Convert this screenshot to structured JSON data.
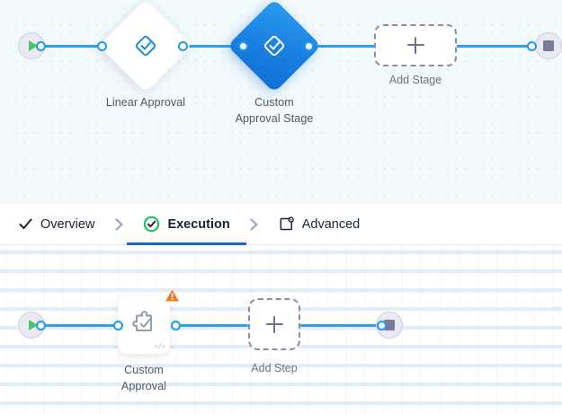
{
  "colors": {
    "edge": "#2aa3e8",
    "port_stroke": "#1e9beb",
    "selected_node": "#1a7fe0",
    "start_glyph": "#4ec36a",
    "stop_glyph": "#7b7b95",
    "warning": "#f47b20",
    "tab_active_underline": "#1868c9",
    "tab_check_green": "#22c35e",
    "stage_canvas_bg": "#f2fafd",
    "step_canvas_bg": "#ffffff",
    "label_text": "#4d5866",
    "placeholder_text": "#6b7384",
    "placeholder_border": "#8c8ca8"
  },
  "stage_canvas": {
    "name": "stage-flow-canvas",
    "start_node": {
      "icon": "play-icon",
      "title": "Start"
    },
    "end_node": {
      "icon": "stop-icon",
      "title": "End"
    },
    "stages": [
      {
        "id": "linear-approval",
        "label": "Linear Approval",
        "icon": "approval-diamond-check-icon",
        "selected": false
      },
      {
        "id": "custom-approval-stage",
        "label": "Custom\nApproval Stage",
        "icon": "approval-diamond-check-icon",
        "selected": true
      }
    ],
    "add_placeholder": {
      "label": "Add Stage",
      "icon": "plus-icon"
    }
  },
  "tabs": {
    "items": [
      {
        "id": "overview",
        "label": "Overview",
        "icon": "check-icon",
        "state": "complete",
        "active": false
      },
      {
        "id": "execution",
        "label": "Execution",
        "icon": "check-circle-icon",
        "state": "valid",
        "active": true
      },
      {
        "id": "advanced",
        "label": "Advanced",
        "icon": "settings-frame-icon",
        "state": "default",
        "active": false
      }
    ],
    "separator_icon": "chevron-right-icon"
  },
  "step_canvas": {
    "name": "step-flow-canvas",
    "start_node": {
      "icon": "play-icon",
      "title": "Start"
    },
    "end_node": {
      "icon": "stop-icon",
      "title": "End"
    },
    "steps": [
      {
        "id": "custom-approval",
        "label": "Custom\nApproval",
        "icon": "puzzle-check-icon",
        "badges": [
          "warning-triangle-icon",
          "code-snippet-badge"
        ],
        "code_badge_text": "</>"
      }
    ],
    "add_placeholder": {
      "label": "Add Step",
      "icon": "plus-icon"
    }
  }
}
